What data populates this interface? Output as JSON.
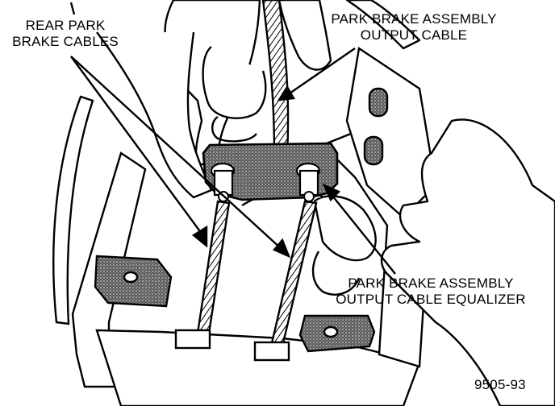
{
  "labels": {
    "rear_park_brake_cables": [
      "REAR PARK",
      "BRAKE CABLES"
    ],
    "output_cable": [
      "PARK BRAKE ASSEMBLY",
      "OUTPUT CABLE"
    ],
    "output_cable_equalizer": [
      "PARK BRAKE ASSEMBLY",
      "OUTPUT CABLE EQUALIZER"
    ]
  },
  "figure_number": "9505-93"
}
